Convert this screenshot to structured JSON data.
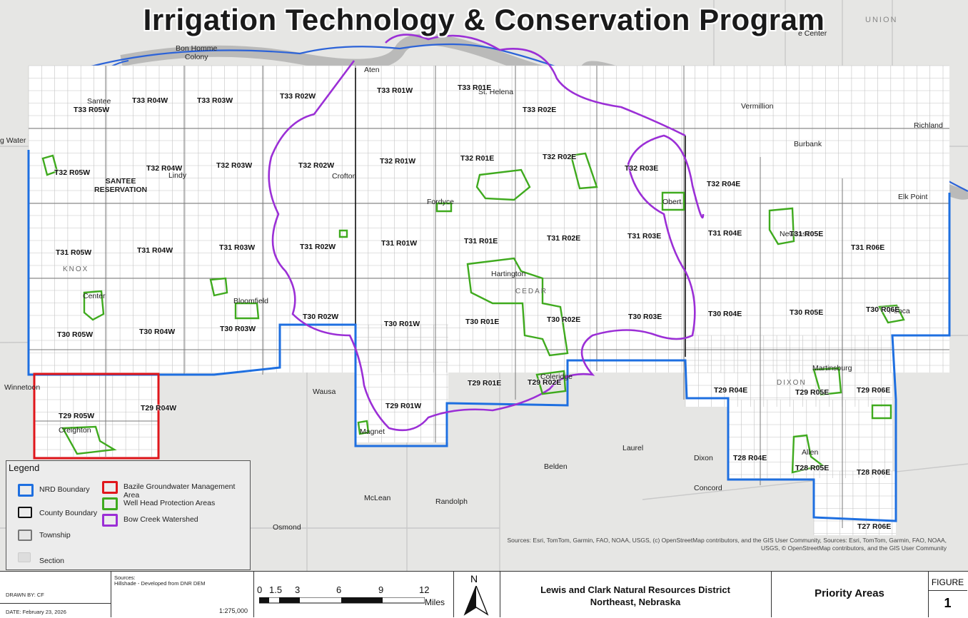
{
  "title": "Irrigation Technology & Conservation Program",
  "map": {
    "state_labels": [
      "UNION"
    ],
    "places": [
      {
        "id": "bon-homme",
        "text": "Bon Homme\nColony"
      },
      {
        "id": "vermillion",
        "text": "Vermillion"
      },
      {
        "id": "richland",
        "text": "Richland"
      },
      {
        "id": "burbank",
        "text": "Burbank"
      },
      {
        "id": "elk-point",
        "text": "Elk Point"
      },
      {
        "id": "wausa",
        "text": "Wausa"
      },
      {
        "id": "belden",
        "text": "Belden"
      },
      {
        "id": "laurel",
        "text": "Laurel"
      },
      {
        "id": "mclean",
        "text": "McLean"
      },
      {
        "id": "randolph",
        "text": "Randolph"
      },
      {
        "id": "osmond",
        "text": "Osmond"
      },
      {
        "id": "dixon",
        "text": "Dixon"
      },
      {
        "id": "concord",
        "text": "Concord"
      },
      {
        "id": "winnetoon",
        "text": "Winnetoon"
      },
      {
        "id": "water",
        "text": "g Water"
      },
      {
        "id": "santee",
        "text": "Santee"
      },
      {
        "id": "lindy",
        "text": "Lindy"
      },
      {
        "id": "santee-res",
        "text": "SANTEE\nRESERVATION"
      },
      {
        "id": "crofton",
        "text": "Crofton"
      },
      {
        "id": "fordyce",
        "text": "Fordyce"
      },
      {
        "id": "obert",
        "text": "Obert"
      },
      {
        "id": "newcastle",
        "text": "Newcastle"
      },
      {
        "id": "center",
        "text": "Center"
      },
      {
        "id": "bloomfield",
        "text": "Bloomfield"
      },
      {
        "id": "hartington",
        "text": "Hartington"
      },
      {
        "id": "coleridge",
        "text": "Coleridge"
      },
      {
        "id": "ponca",
        "text": "Ponca"
      },
      {
        "id": "martinsburg",
        "text": "Martinsburg"
      },
      {
        "id": "creighton",
        "text": "Creighton"
      },
      {
        "id": "magnet",
        "text": "Magnet"
      },
      {
        "id": "allen",
        "text": "Allen"
      },
      {
        "id": "st-helena",
        "text": "St. Helena"
      },
      {
        "id": "aten",
        "text": "Aten"
      },
      {
        "id": "center-top",
        "text": "e Center"
      }
    ],
    "counties": [
      "KNOX",
      "CEDAR",
      "DIXON"
    ],
    "townships": [
      "T33 R05W",
      "T33 R04W",
      "T33 R03W",
      "T33 R02W",
      "T33 R01W",
      "T33 R01E",
      "T33 R02E",
      "T32 R05W",
      "T32 R04W",
      "T32 R03W",
      "T32 R02W",
      "T32 R01W",
      "T32 R01E",
      "T32 R02E",
      "T32 R03E",
      "T32 R04E",
      "T31 R05W",
      "T31 R04W",
      "T31 R03W",
      "T31 R02W",
      "T31 R01W",
      "T31 R01E",
      "T31 R02E",
      "T31 R03E",
      "T31 R04E",
      "T31 R05E",
      "T31 R06E",
      "T30 R05W",
      "T30 R04W",
      "T30 R03W",
      "T30 R02W",
      "T30 R01W",
      "T30 R01E",
      "T30 R02E",
      "T30 R03E",
      "T30 R04E",
      "T30 R05E",
      "T30 R06E",
      "T29 R05W",
      "T29 R04W",
      "T29 R01W",
      "T29 R01E",
      "T29 R02E",
      "T29 R04E",
      "T29 R05E",
      "T29 R06E",
      "T28 R04E",
      "T28 R05E",
      "T28 R06E",
      "T27 R06E"
    ],
    "attribution": "Sources: Esri, TomTom, Garmin, FAO, NOAA, USGS, (c) OpenStreetMap contributors, and the GIS User Community, Sources: Esri, TomTom, Garmin, FAO, NOAA, USGS, © OpenStreetMap contributors, and the GIS User Community",
    "colors": {
      "nrd": "#1e6fe0",
      "county": "#111111",
      "township": "#555555",
      "bazile": "#e0161b",
      "wellhead": "#3faa1e",
      "bow_creek": "#9b2fd6",
      "river": "#2c63d8"
    }
  },
  "legend": {
    "title": "Legend",
    "items": [
      {
        "label": "NRD Boundary",
        "color": "#1e6fe0"
      },
      {
        "label": "County Boundary",
        "color": "#111111"
      },
      {
        "label": "Township",
        "color": "#777777"
      },
      {
        "label": "Section",
        "color": "#dddddd"
      },
      {
        "label": "Bazile Groundwater Management Area",
        "color": "#e0161b"
      },
      {
        "label": "Well Head Protection Areas",
        "color": "#3faa1e"
      },
      {
        "label": "Bow Creek Watershed",
        "color": "#9b2fd6"
      }
    ]
  },
  "footer": {
    "drawn_by": "DRAWN BY: CF",
    "date": "DATE: February 23, 2026",
    "sources_head": "Sources:",
    "sources_text": "Hillshade - Developed from DNR DEM",
    "scale": "1:275,000",
    "scale_ticks": [
      "0",
      "1.5",
      "3",
      "6",
      "9",
      "12"
    ],
    "scale_unit": "Miles",
    "north": "N",
    "org_line1": "Lewis and Clark Natural Resources District",
    "org_line2": "Northeast, Nebraska",
    "map_title": "Priority Areas",
    "figure_label": "FIGURE",
    "figure_number": "1"
  }
}
